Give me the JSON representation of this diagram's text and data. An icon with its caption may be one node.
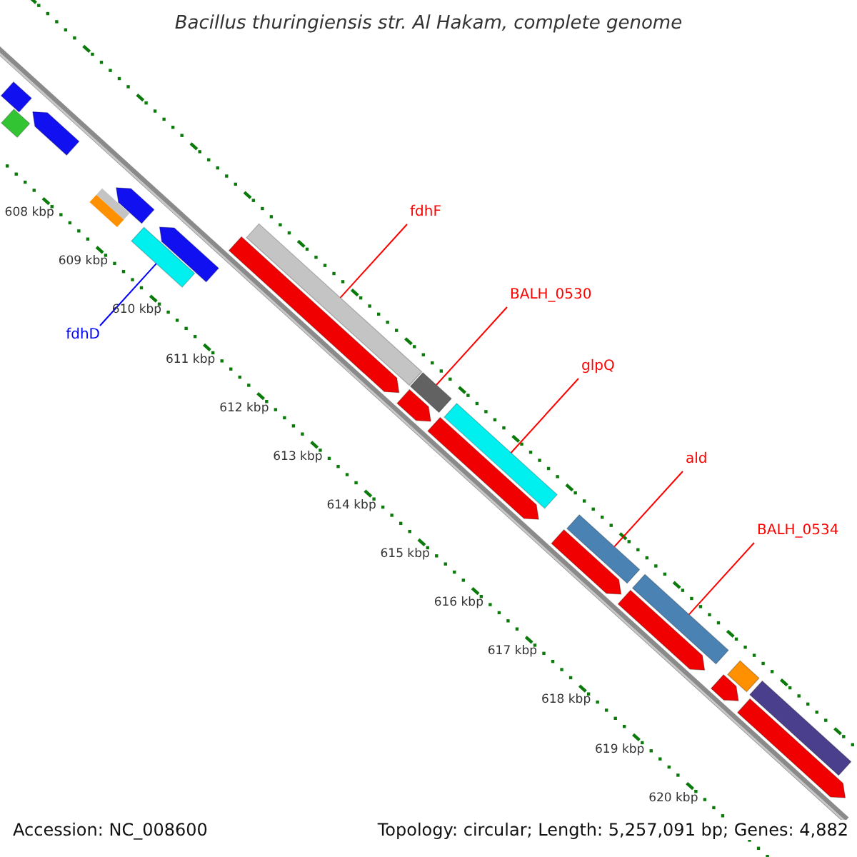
{
  "diagram": {
    "title": "Bacillus thuringiensis str. Al Hakam, complete genome",
    "nodes": [
      {
        "text": [
          "fdhF"
        ]
      },
      {
        "text": [
          "BALH_0530"
        ]
      },
      {
        "text": [
          "fdhD"
        ]
      },
      {
        "text": [
          "glpQ"
        ]
      },
      {
        "text": [
          "ald"
        ]
      },
      {
        "text": [
          "BALH_0534"
        ]
      },
      {
        "text": [],
        "shape": "bar"
      },
      {
        "text": [],
        "shape": "bar"
      },
      {
        "text": [],
        "shape": "bar"
      },
      {
        "text": [],
        "shape": "bar"
      },
      {
        "text": [],
        "shape": "bar"
      },
      {
        "text": [],
        "shape": "bar"
      },
      {
        "text": [],
        "shape": "bar"
      },
      {
        "text": [],
        "shape": "bar"
      },
      {
        "text": [],
        "shape": "bar"
      },
      {
        "text": [],
        "shape": "bar"
      },
      {
        "text": [],
        "shape": "bar"
      },
      {
        "text": [],
        "shape": "bar"
      },
      {
        "text": [],
        "shape": "bar"
      },
      {
        "text": [],
        "shape": "bar"
      },
      {
        "text": [],
        "shape": "bar"
      },
      {
        "text": [],
        "shape": "bar"
      },
      {
        "text": [],
        "shape": "bar"
      },
      {
        "text": [],
        "shape": "bar"
      },
      {
        "text": [],
        "shape": "bar"
      },
      {
        "text": [],
        "shape": "bar"
      },
      {
        "text": [],
        "shape": "bar"
      },
      {
        "text": [],
        "shape": "bar"
      }
    ],
    "edges": [
      {
        "from": 0,
        "to": 15,
        "arrow": "none"
      },
      {
        "from": 1,
        "to": 16,
        "arrow": "none"
      },
      {
        "from": 2,
        "to": 12,
        "arrow": "none",
        "color": "#0000ff"
      },
      {
        "from": 3,
        "to": 19,
        "arrow": "none"
      },
      {
        "from": 4,
        "to": 21,
        "arrow": "none"
      },
      {
        "from": 5,
        "to": 23,
        "arrow": "none"
      }
    ],
    "labels": [
      "608 kbp",
      "609 kbp",
      "610 kbp",
      "611 kbp",
      "612 kbp",
      "613 kbp",
      "614 kbp",
      "615 kbp",
      "616 kbp",
      "617 kbp",
      "618 kbp",
      "619 kbp",
      "620 kbp",
      "Accession: NC_008600",
      "Topology: circular; Length: 5,257,091 bp; Genes: 4,882"
    ]
  }
}
